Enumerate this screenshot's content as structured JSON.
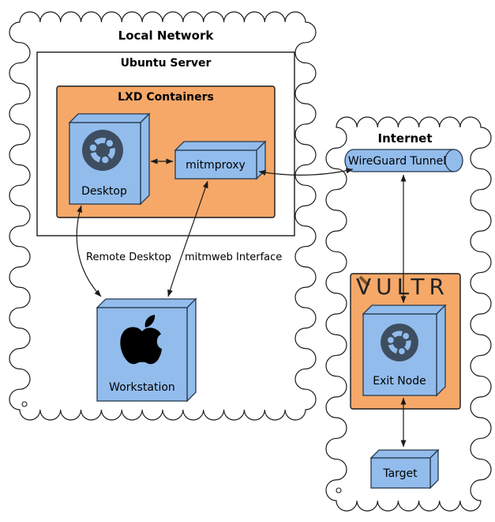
{
  "diagram": {
    "type": "network-architecture-diagram",
    "colors": {
      "container_fill": "#F6A869",
      "node_fill": "#92BCEC",
      "node_border": "#27394B",
      "cloud_fill": "#FFFFFF",
      "line_color": "#1B1B1B",
      "ubuntu_logo": "#3E4D60",
      "apple_logo": "#000000",
      "vultr_text": "#232323",
      "vultr_mark": "#7A5230"
    },
    "clouds": {
      "local_network": {
        "label": "Local Network"
      },
      "internet": {
        "label": "Internet"
      }
    },
    "groups": {
      "ubuntu_server": {
        "label": "Ubuntu Server"
      },
      "lxd_containers": {
        "label": "LXD Containers"
      },
      "vultr": {
        "label": "VULTR"
      }
    },
    "nodes": {
      "desktop": {
        "label": "Desktop",
        "icon": "ubuntu-logo"
      },
      "mitmproxy": {
        "label": "mitmproxy"
      },
      "wireguard_tunnel": {
        "label": "WireGuard Tunnel",
        "shape": "queue"
      },
      "workstation": {
        "label": "Workstation",
        "icon": "apple-logo"
      },
      "exit_node": {
        "label": "Exit Node",
        "icon": "ubuntu-logo"
      },
      "target": {
        "label": "Target"
      }
    },
    "edges": [
      {
        "from": "Desktop",
        "to": "mitmproxy",
        "label": "",
        "arrows": "both"
      },
      {
        "from": "mitmproxy",
        "to": "WireGuard Tunnel",
        "label": "",
        "arrows": "both"
      },
      {
        "from": "Desktop",
        "to": "Workstation",
        "label": "Remote Desktop",
        "arrows": "both"
      },
      {
        "from": "mitmproxy",
        "to": "Workstation",
        "label": "mitmweb Interface",
        "arrows": "both"
      },
      {
        "from": "WireGuard Tunnel",
        "to": "Exit Node",
        "label": "",
        "arrows": "both"
      },
      {
        "from": "Exit Node",
        "to": "Target",
        "label": "",
        "arrows": "both"
      }
    ]
  }
}
